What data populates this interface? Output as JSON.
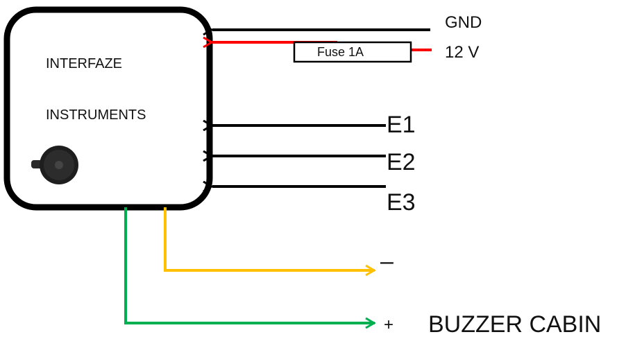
{
  "device": {
    "line1": "INTERFAZE",
    "line2": "INSTRUMENTS"
  },
  "power": {
    "gnd_label": "GND",
    "v12_label": "12 V",
    "fuse_label": "Fuse 1A"
  },
  "inputs": {
    "e1": "E1",
    "e2": "E2",
    "e3": "E3"
  },
  "buzzer": {
    "minus_label": "–",
    "plus_label": "+",
    "name": "BUZZER CABIN"
  },
  "colors": {
    "box_border": "#000000",
    "red_wire": "#ff0000",
    "yellow_wire": "#ffc000",
    "green_wire": "#00b050",
    "black_wire": "#000000"
  }
}
